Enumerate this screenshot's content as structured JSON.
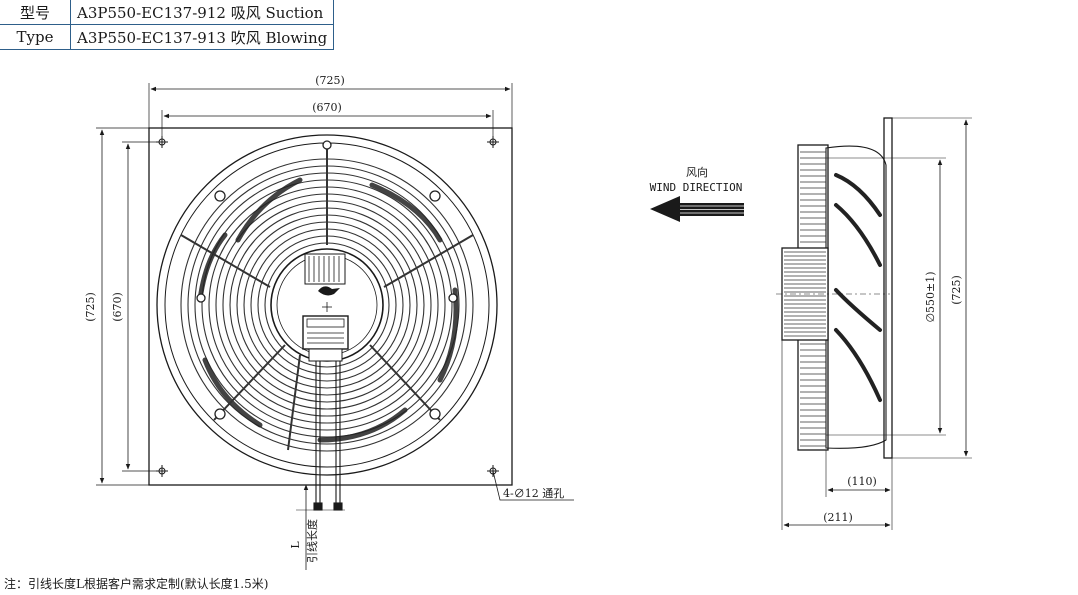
{
  "spec_table": {
    "rows": [
      {
        "label": "型号",
        "value": "A3P550-EC137-912 吸风 Suction"
      },
      {
        "label": "Type",
        "value": "A3P550-EC137-913 吹风 Blowing"
      }
    ]
  },
  "front_view": {
    "dim_outer_width": "(725)",
    "dim_hole_width": "(670)",
    "dim_outer_height": "(725)",
    "dim_hole_height": "(670)",
    "holes_label": "4-∅12 通孔",
    "lead_label": "L",
    "lead_label_cn": "引线长度"
  },
  "wind": {
    "label_cn": "风向",
    "label_en": "WIND DIRECTION"
  },
  "side_view": {
    "dim_diameter": "∅550±1)",
    "dim_height": "(725)",
    "dim_depth_motor": "(110)",
    "dim_depth_total": "(211)"
  },
  "note": "注：引线长度L根据客户需求定制(默认长度1.5米)"
}
